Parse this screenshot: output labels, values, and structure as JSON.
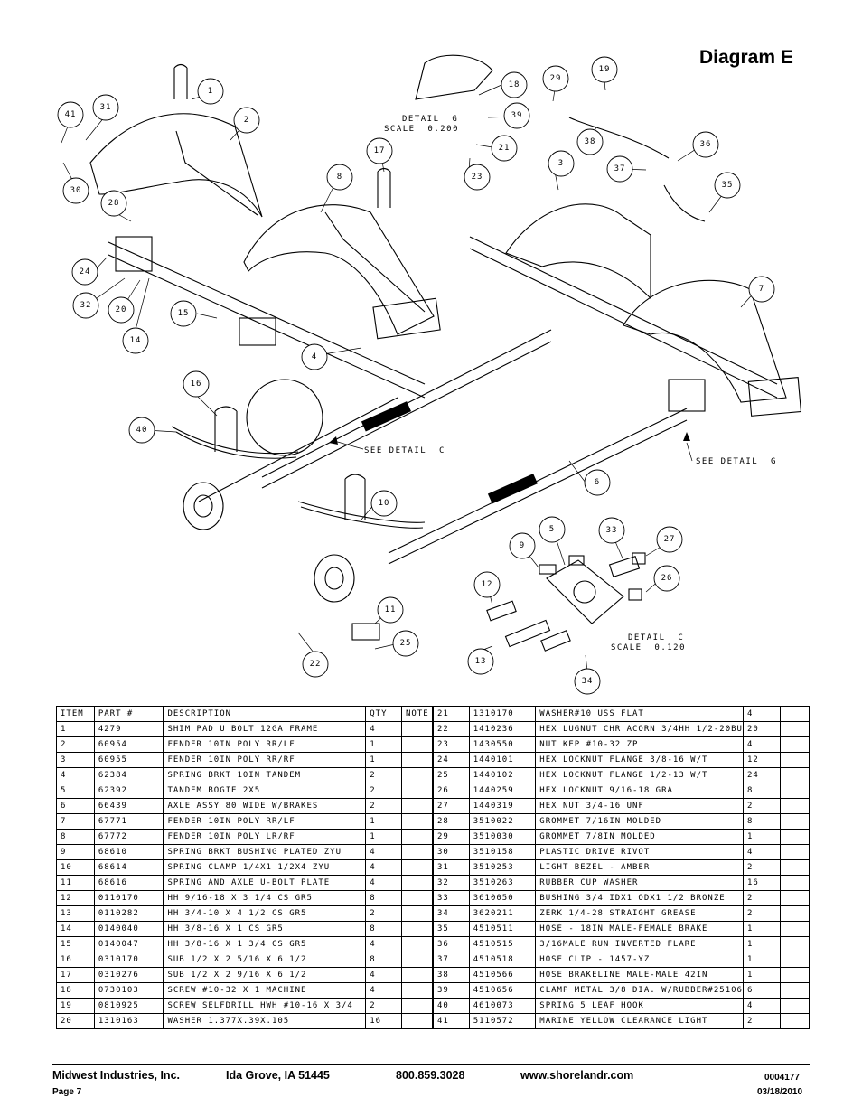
{
  "title": "Diagram E",
  "annotations": {
    "detail_g": "DETAIL  G",
    "detail_g_scale": "SCALE  0.200",
    "see_detail_c": "SEE DETAIL  C",
    "see_detail_g": "SEE DETAIL  G",
    "detail_c": "DETAIL  C",
    "detail_c_scale": "SCALE  0.120"
  },
  "callouts": [
    "1",
    "2",
    "3",
    "4",
    "5",
    "6",
    "7",
    "8",
    "9",
    "10",
    "11",
    "12",
    "13",
    "14",
    "15",
    "16",
    "17",
    "18",
    "19",
    "20",
    "21",
    "22",
    "23",
    "24",
    "25",
    "26",
    "27",
    "28",
    "29",
    "30",
    "31",
    "32",
    "33",
    "34",
    "35",
    "36",
    "37",
    "38",
    "39",
    "40",
    "41"
  ],
  "table": {
    "headers": [
      "ITEM",
      "PART #",
      "DESCRIPTION",
      "QTY",
      "NOTE"
    ],
    "left_rows": [
      [
        "1",
        "4279",
        "SHIM PAD   U BOLT 12GA FRAME",
        "4",
        ""
      ],
      [
        "2",
        "60954",
        "FENDER  10IN POLY RR/LF",
        "1",
        ""
      ],
      [
        "3",
        "60955",
        "FENDER  10IN POLY RR/RF",
        "1",
        ""
      ],
      [
        "4",
        "62384",
        "SPRING BRKT  10IN TANDEM",
        "2",
        ""
      ],
      [
        "5",
        "62392",
        "TANDEM BOGIE  2X5",
        "2",
        ""
      ],
      [
        "6",
        "66439",
        "AXLE ASSY 80 WIDE W/BRAKES",
        "2",
        ""
      ],
      [
        "7",
        "67771",
        "FENDER  10IN POLY RR/LF",
        "1",
        ""
      ],
      [
        "8",
        "67772",
        "FENDER  10IN POLY LR/RF",
        "1",
        ""
      ],
      [
        "9",
        "68610",
        "SPRING BRKT BUSHING PLATED ZYU",
        "4",
        ""
      ],
      [
        "10",
        "68614",
        "SPRING CLAMP  1/4X1 1/2X4  ZYU",
        "4",
        ""
      ],
      [
        "11",
        "68616",
        "SPRING AND AXLE U-BOLT PLATE",
        "4",
        ""
      ],
      [
        "12",
        "0110170",
        "HH 9/16-18 X 3 1/4 CS GR5",
        "8",
        ""
      ],
      [
        "13",
        "0110282",
        "HH 3/4-10 X 4 1/2 CS GR5",
        "2",
        ""
      ],
      [
        "14",
        "0140040",
        "HH 3/8-16 X 1 CS GR5",
        "8",
        ""
      ],
      [
        "15",
        "0140047",
        "HH 3/8-16 X 1 3/4 CS GR5",
        "4",
        ""
      ],
      [
        "16",
        "0310170",
        "SUB 1/2 X 2 5/16 X 6 1/2",
        "8",
        ""
      ],
      [
        "17",
        "0310276",
        "SUB 1/2 X 2 9/16 X 6 1/2",
        "4",
        ""
      ],
      [
        "18",
        "0730103",
        "SCREW #10-32 X 1 MACHINE",
        "4",
        ""
      ],
      [
        "19",
        "0810925",
        "SCREW SELFDRILL HWH #10-16 X 3/4",
        "2",
        ""
      ],
      [
        "20",
        "1310163",
        "WASHER 1.377X.39X.105",
        "16",
        ""
      ]
    ],
    "right_rows": [
      [
        "21",
        "1310170",
        "WASHER#10 USS FLAT",
        "4",
        ""
      ],
      [
        "22",
        "1410236",
        "HEX LUGNUT CHR ACORN 3/4HH 1/2-20BU",
        "20",
        ""
      ],
      [
        "23",
        "1430550",
        "NUT KEP #10-32 ZP",
        "4",
        ""
      ],
      [
        "24",
        "1440101",
        "HEX LOCKNUT FLANGE 3/8-16 W/T",
        "12",
        ""
      ],
      [
        "25",
        "1440102",
        "HEX LOCKNUT FLANGE 1/2-13 W/T",
        "24",
        ""
      ],
      [
        "26",
        "1440259",
        "HEX LOCKNUT 9/16-18 GRA",
        "8",
        ""
      ],
      [
        "27",
        "1440319",
        "HEX NUT 3/4-16 UNF",
        "2",
        ""
      ],
      [
        "28",
        "3510022",
        "GROMMET  7/16IN MOLDED",
        "8",
        ""
      ],
      [
        "29",
        "3510030",
        "GROMMET  7/8IN MOLDED",
        "1",
        ""
      ],
      [
        "30",
        "3510158",
        "PLASTIC DRIVE RIVOT",
        "4",
        ""
      ],
      [
        "31",
        "3510253",
        "LIGHT BEZEL - AMBER",
        "2",
        ""
      ],
      [
        "32",
        "3510263",
        "RUBBER CUP WASHER",
        "16",
        ""
      ],
      [
        "33",
        "3610050",
        "BUSHING  3/4 IDX1 ODX1 1/2 BRONZE",
        "2",
        ""
      ],
      [
        "34",
        "3620211",
        "ZERK  1/4-28 STRAIGHT GREASE",
        "2",
        ""
      ],
      [
        "35",
        "4510511",
        "HOSE - 18IN MALE-FEMALE BRAKE",
        "1",
        ""
      ],
      [
        "36",
        "4510515",
        "3/16MALE RUN INVERTED FLARE",
        "1",
        ""
      ],
      [
        "37",
        "4510518",
        "HOSE CLIP - 1457-YZ",
        "1",
        ""
      ],
      [
        "38",
        "4510566",
        "HOSE BRAKELINE MALE-MALE 42IN",
        "1",
        ""
      ],
      [
        "39",
        "4510656",
        "CLAMP METAL 3/8 DIA. W/RUBBER#25106",
        "6",
        ""
      ],
      [
        "40",
        "4610073",
        "SPRING  5 LEAF HOOK",
        "4",
        ""
      ],
      [
        "41",
        "5110572",
        "MARINE YELLOW CLEARANCE LIGHT",
        "2",
        ""
      ]
    ]
  },
  "footer": {
    "company": "Midwest Industries, Inc.",
    "city": "Ida Grove, IA  51445",
    "phone": "800.859.3028",
    "website": "www.shorelandr.com",
    "doc_number": "0004177",
    "page": "Page 7",
    "date": "03/18/2010"
  }
}
